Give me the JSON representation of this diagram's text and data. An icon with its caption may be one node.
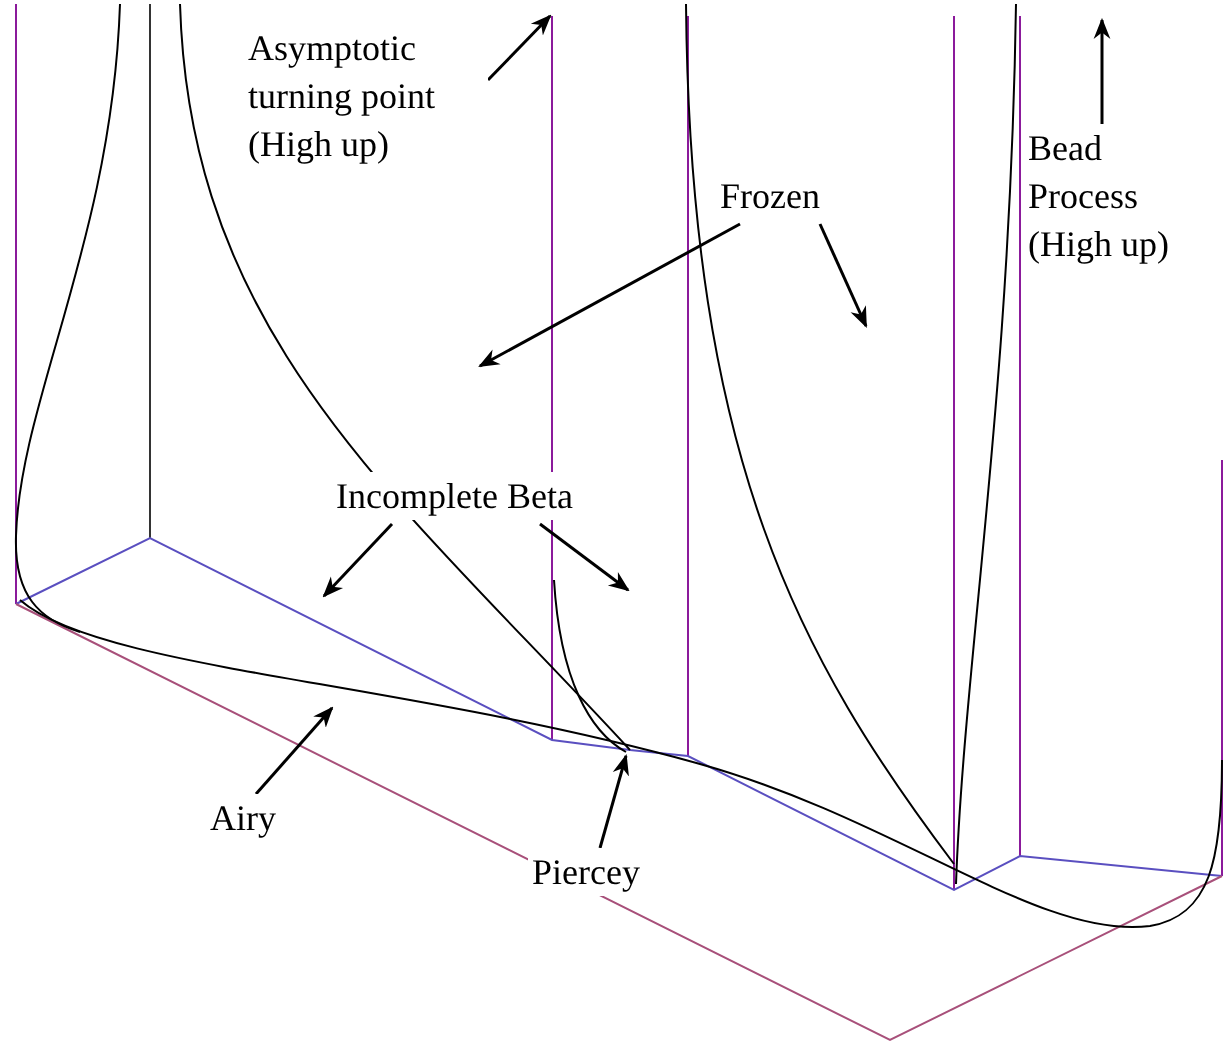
{
  "diagram": {
    "nodes": [
      {
        "text": [
          "Asymptotic turning point (High up)"
        ]
      },
      {
        "text": [
          "Frozen"
        ]
      },
      {
        "text": [
          "Bead Process (High up)"
        ]
      },
      {
        "text": [
          "Incomplete Beta"
        ]
      },
      {
        "text": [
          "Airy"
        ]
      },
      {
        "text": [
          "Piercey"
        ]
      }
    ],
    "edges": [
      {
        "from": 0,
        "to": null,
        "arrow": "to"
      },
      {
        "from": 1,
        "to": null,
        "arrow": "to"
      },
      {
        "from": 1,
        "to": null,
        "arrow": "to"
      },
      {
        "from": 2,
        "to": null,
        "arrow": "to"
      },
      {
        "from": 3,
        "to": null,
        "arrow": "to"
      },
      {
        "from": 3,
        "to": null,
        "arrow": "to"
      },
      {
        "from": 4,
        "to": null,
        "arrow": "to"
      },
      {
        "from": 5,
        "to": null,
        "arrow": "to"
      }
    ]
  }
}
